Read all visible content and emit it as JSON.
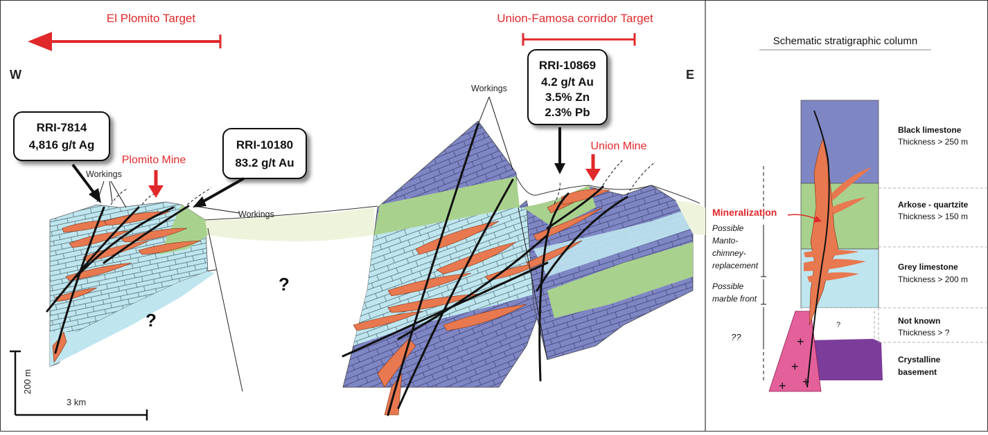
{
  "colors": {
    "accent_red": "#e0282a",
    "limestone_light_blue": "#bfe6ef",
    "black_limestone": "#7f86c4",
    "arkose_green": "#a9d18e",
    "pale_green": "#eef4dc",
    "ore_orange": "#e8784f",
    "intrusion_pink": "#e4609a",
    "basement_purple": "#7b3c9a"
  },
  "targets": {
    "el_plomito": "El Plomito Target",
    "union_famosa": "Union-Famosa corridor Target"
  },
  "directions": {
    "west": "W",
    "east": "E"
  },
  "callouts": {
    "rri7814": {
      "id": "RRI-7814",
      "value": "4,816 g/t Ag"
    },
    "rri10180": {
      "id": "RRI-10180",
      "value": "83.2 g/t Au"
    },
    "rri10869": {
      "id": "RRI-10869",
      "l1": "4.2 g/t Au",
      "l2": "3.5% Zn",
      "l3": "2.3% Pb"
    }
  },
  "mines": {
    "plomito": "Plomito Mine",
    "union": "Union Mine"
  },
  "workings": {
    "label": "Workings"
  },
  "unknown": "?",
  "scale": {
    "vertical": "200 m",
    "horizontal": "3 km"
  },
  "column": {
    "title": "Schematic stratigraphic column",
    "mineralization": "Mineralization",
    "possible_manto": [
      "Possible",
      "Manto-",
      "chimney-",
      "replacement"
    ],
    "possible_marble": [
      "Possible",
      "marble front"
    ],
    "double_q": "??",
    "single_q": "?",
    "units": [
      {
        "name": "Black limestone",
        "thickness": "Thickness > 250 m"
      },
      {
        "name": "Arkose - quartzite",
        "thickness": "Thickness > 150 m"
      },
      {
        "name": "Grey limestone",
        "thickness": "Thickness > 200 m"
      },
      {
        "name": "Not known",
        "thickness": "Thickness > ?"
      },
      {
        "name": "Crystalline",
        "name2": "basement"
      }
    ]
  }
}
